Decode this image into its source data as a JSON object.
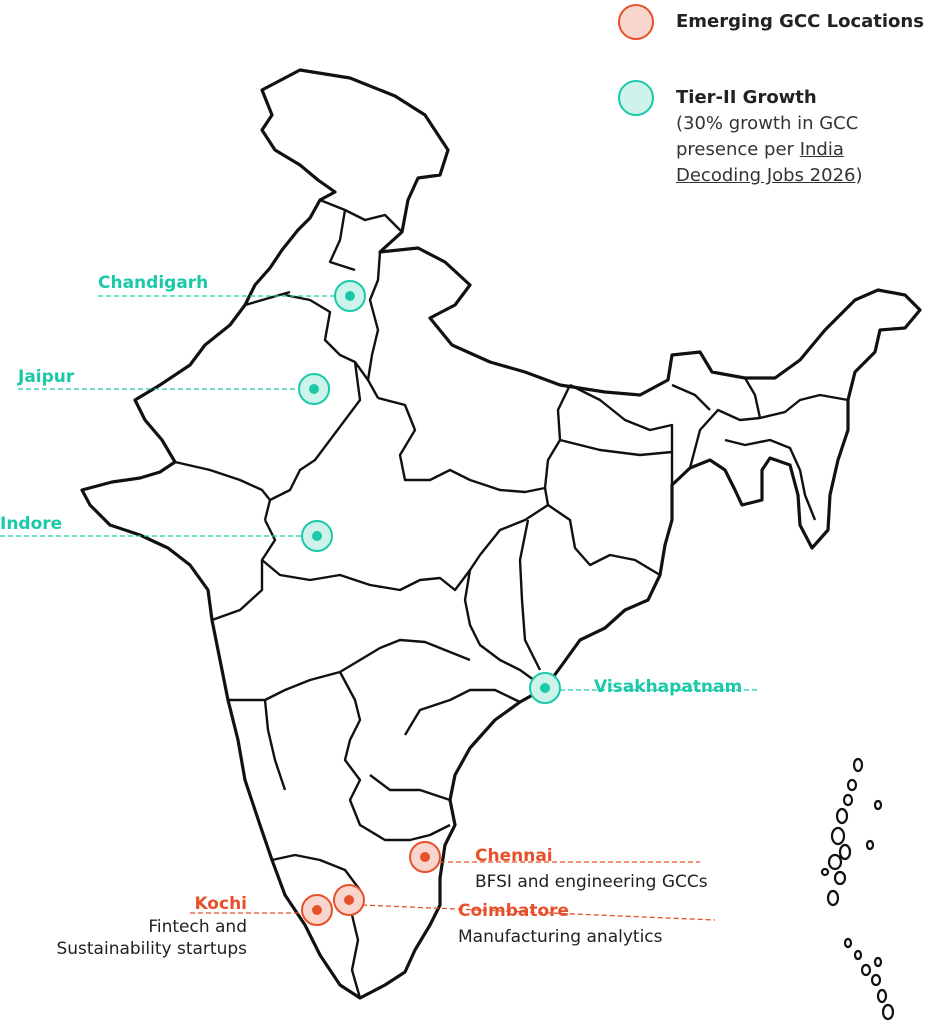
{
  "colors": {
    "emerging": "#e8502a",
    "emerging_fill": "#f9d6cd",
    "tier2": "#1ac9a8",
    "tier2_fill": "#cdf3eb",
    "outline": "#111111"
  },
  "legend": {
    "emerging_title": "Emerging GCC Locations",
    "tier2_title": "Tier-II Growth",
    "tier2_note_line1": "(30% growth in GCC",
    "tier2_note_line2_prefix": "presence per ",
    "tier2_note_link_line2": "India",
    "tier2_note_link_line3": "Decoding Jobs 2026",
    "tier2_note_suffix": ")"
  },
  "cities": {
    "chandigarh": {
      "name": "Chandigarh",
      "category": "tier2"
    },
    "jaipur": {
      "name": "Jaipur",
      "category": "tier2"
    },
    "indore": {
      "name": "Indore",
      "category": "tier2"
    },
    "visakhapatnam": {
      "name": "Visakhapatnam",
      "category": "tier2"
    },
    "chennai": {
      "name": "Chennai",
      "category": "emerging",
      "desc": "BFSI and engineering GCCs"
    },
    "coimbatore": {
      "name": "Coimbatore",
      "category": "emerging",
      "desc": "Manufacturing analytics"
    },
    "kochi": {
      "name": "Kochi",
      "category": "emerging",
      "desc_line1": "Fintech and",
      "desc_line2": "Sustainability startups"
    }
  }
}
